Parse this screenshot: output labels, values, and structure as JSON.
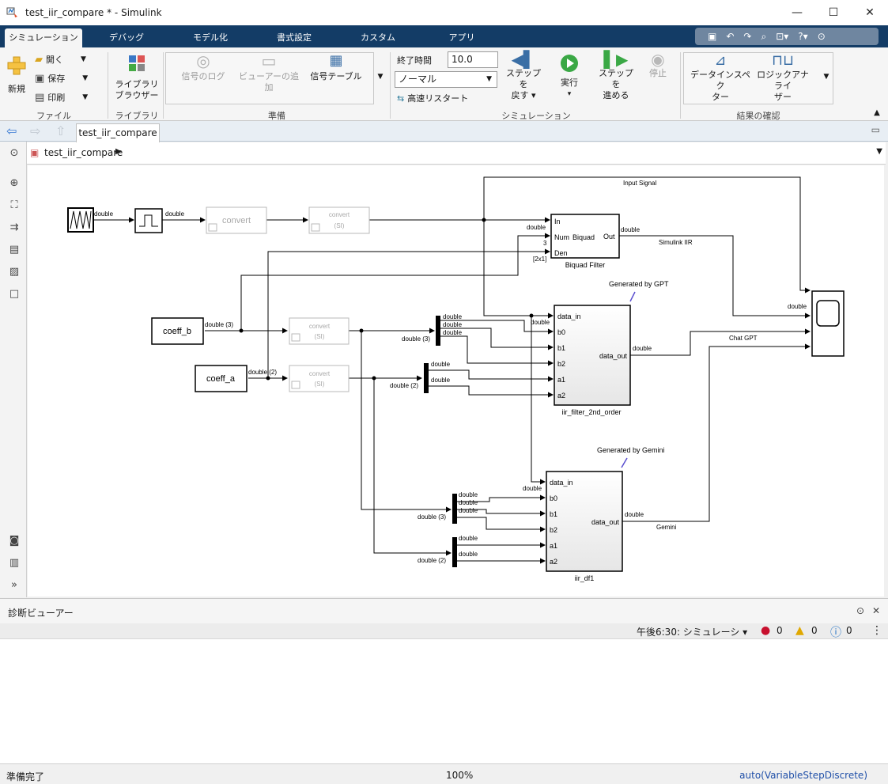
{
  "window": {
    "title": "test_iir_compare * - Simulink",
    "minimize": "—",
    "maximize": "☐",
    "close": "✕"
  },
  "ribbon_tabs": [
    "シミュレーション",
    "デバッグ",
    "モデル化",
    "書式設定",
    "カスタム",
    "アプリ"
  ],
  "ribbon": {
    "file": {
      "new_label": "新規",
      "open_label": "開く",
      "save_label": "保存",
      "print_label": "印刷",
      "group": "ファイル"
    },
    "library": {
      "browser_line1": "ライブラリ",
      "browser_line2": "ブラウザー",
      "group": "ライブラリ"
    },
    "prepare": {
      "signal_log": "信号のログ",
      "add_viewer_line1": "ビューアーの追",
      "add_viewer_line2": "加",
      "signal_table": "信号テーブル",
      "group": "準備"
    },
    "simulation": {
      "stop_time_label": "終了時間",
      "stop_time_value": "10.0",
      "mode_value": "ノーマル",
      "fast_restart": "高速リスタート",
      "step_back_line1": "ステップを",
      "step_back_line2": "戻す",
      "run": "実行",
      "step_forward_line1": "ステップを",
      "step_forward_line2": "進める",
      "stop": "停止",
      "group": "シミュレーション"
    },
    "review": {
      "data_inspector_line1": "データインスペク",
      "data_inspector_line2": "ター",
      "logic_analyzer_line1": "ロジックアナライ",
      "logic_analyzer_line2": "ザー",
      "group": "結果の確認"
    }
  },
  "model_tab": "test_iir_compare",
  "breadcrumb": "test_iir_compare",
  "diagram": {
    "labels": {
      "input_signal": "Input Signal",
      "simulink_iir": "Simulink IIR",
      "chat_gpt": "Chat GPT",
      "gemini": "Gemini",
      "generated_gpt": "Generated by GPT",
      "generated_gemini": "Generated by Gemini",
      "double": "double",
      "double3": "double (3)",
      "double2": "double (2)",
      "dim3": "3",
      "dim2x1": "[2x1]"
    },
    "blocks": {
      "convert": "convert",
      "si": "(SI)",
      "coeff_b": "coeff_b",
      "coeff_a": "coeff_a",
      "biquad": "Biquad",
      "biquad_name": "Biquad Filter",
      "biquad_in": "In",
      "biquad_num": "Num",
      "biquad_den": "Den",
      "biquad_out": "Out",
      "gpt_name": "iir_filter_2nd_order",
      "gemini_name": "iir_df1",
      "port_data_in": "data_in",
      "port_b0": "b0",
      "port_b1": "b1",
      "port_b2": "b2",
      "port_a1": "a1",
      "port_a2": "a2",
      "port_data_out": "data_out"
    }
  },
  "diagnostics": {
    "title": "診断ビューアー",
    "timestamp": "午後6:30: シミュレーシ",
    "errors": "0",
    "warnings": "0",
    "infos": "0"
  },
  "status": {
    "ready": "準備完了",
    "zoom": "100%",
    "solver": "auto(VariableStepDiscrete)"
  }
}
